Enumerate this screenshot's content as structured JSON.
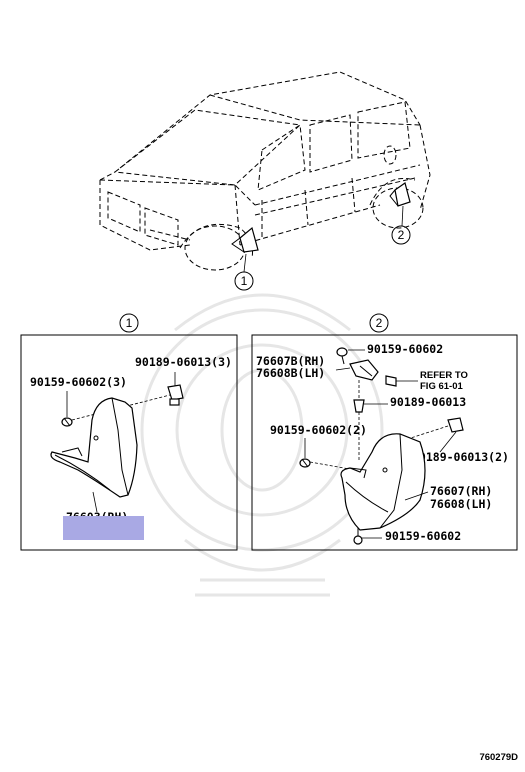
{
  "callouts": {
    "c1": "1",
    "c2": "2",
    "panel1": "1",
    "panel2": "2"
  },
  "panel_left": {
    "clip_label": "90189-06013(3)",
    "screw_label": "90159-60602(3)",
    "part_label": "76603(RH)"
  },
  "panel_right": {
    "screw_top_label": "90159-60602",
    "bracket_rh_label": "76607B(RH)",
    "bracket_lh_label": "76608B(LH)",
    "refer_line1": "REFER TO",
    "refer_line2": "FIG 61-01",
    "clip_mid_label": "90189-06013",
    "screw_left_label": "90159-60602(2)",
    "clip_right_label": "90189-06013(2)",
    "flap_rh_label": "76607(RH)",
    "flap_lh_label": "76608(LH)",
    "screw_bottom_label": "90159-60602"
  },
  "figure_id": "760279D",
  "colors": {
    "highlight": "#a9a9e4",
    "line": "#000000",
    "watermark": "#e6e6e6"
  }
}
